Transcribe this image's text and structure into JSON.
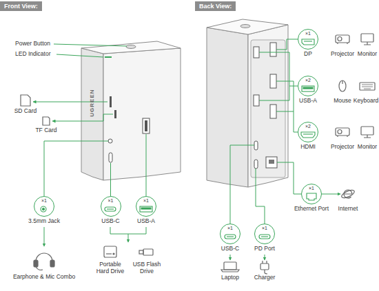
{
  "diagram": {
    "nodes": [
      {
        "text": [
          "×1",
          "3.5mm Jack"
        ]
      },
      {
        "text": [
          "×1",
          "USB-C"
        ]
      },
      {
        "text": [
          "×1",
          "USB-A"
        ]
      },
      {
        "text": [
          "×1",
          "DP"
        ]
      },
      {
        "text": [
          "×2",
          "USB-A"
        ]
      },
      {
        "text": [
          "×2",
          "HDMI"
        ]
      },
      {
        "text": [
          "×1",
          "Ethernet Port"
        ]
      },
      {
        "text": [
          "×1",
          "USB-C"
        ]
      },
      {
        "text": [
          "×1",
          "PD Port"
        ]
      }
    ],
    "labels": [
      "Front View:",
      "Back View:",
      "Power Button",
      "LED Indicator",
      "UGREEN",
      "SD Card",
      "TF Card",
      "Earphone & Mic Combo",
      "Portable Hard Drive",
      "USB Flash Drive",
      "Projector",
      "Monitor",
      "Mouse",
      "Keyboard",
      "Projector",
      "Monitor",
      "Internet",
      "Laptop",
      "Charger"
    ]
  }
}
